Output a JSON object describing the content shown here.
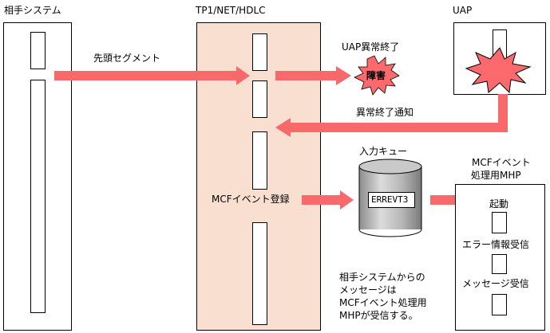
{
  "columns": {
    "partner_system": "相手システム",
    "tp1": "TP1/NET/HDLC",
    "uap": "UAP"
  },
  "labels": {
    "first_segment": "先頭セグメント",
    "uap_abend": "UAP異常終了",
    "fault": "障害",
    "abend_notice": "異常終了通知",
    "input_queue": "入力キュー",
    "queue_name": "ERREVT3",
    "mcf_event_register": "MCFイベント登録",
    "mhp_title_line1": "MCFイベント",
    "mhp_title_line2": "処理用MHP",
    "start": "起動",
    "error_info_recv": "エラー情報受信",
    "message_recv": "メッセージ受信"
  },
  "note": [
    "相手システムからの",
    "メッセージは",
    "MCFイベント処理用",
    "MHPが受信する。"
  ],
  "colors": {
    "arrow": "#f7696b",
    "tp1_fill": "#f9dfd0",
    "burst": "#fc6a6d",
    "cylinder": "#b0b0b0"
  }
}
